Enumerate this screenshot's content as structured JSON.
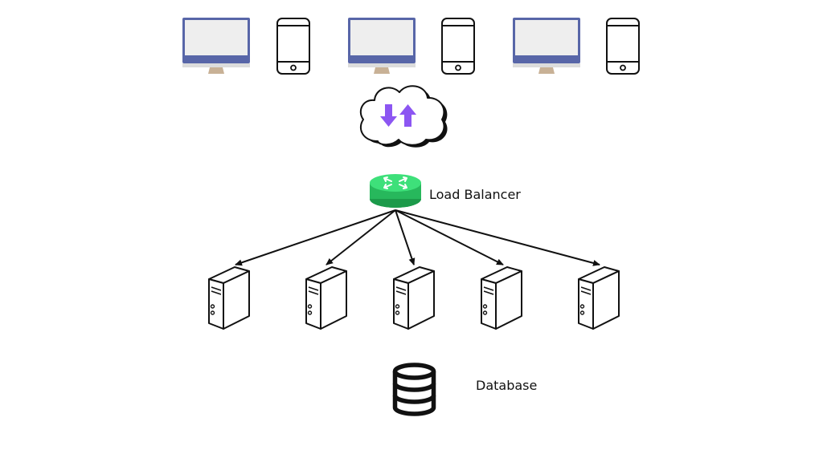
{
  "diagram": {
    "clients": [
      {
        "type": "desktop",
        "icon": "desktop-monitor-icon"
      },
      {
        "type": "phone",
        "icon": "smartphone-icon"
      },
      {
        "type": "desktop",
        "icon": "desktop-monitor-icon"
      },
      {
        "type": "phone",
        "icon": "smartphone-icon"
      },
      {
        "type": "desktop",
        "icon": "desktop-monitor-icon"
      },
      {
        "type": "phone",
        "icon": "smartphone-icon"
      }
    ],
    "internet": {
      "icon": "cloud-upload-download-icon"
    },
    "load_balancer": {
      "label": "Load Balancer",
      "icon": "router-icon"
    },
    "servers": [
      {
        "icon": "server-tower-icon"
      },
      {
        "icon": "server-tower-icon"
      },
      {
        "icon": "server-tower-icon"
      },
      {
        "icon": "server-tower-icon"
      },
      {
        "icon": "server-tower-icon"
      }
    ],
    "database": {
      "label": "Database",
      "icon": "database-icon"
    },
    "colors": {
      "monitor_frame": "#5866a8",
      "monitor_screen": "#eeeeee",
      "monitor_stand": "#c8b196",
      "arrow_purple": "#8c56f2",
      "router_green": "#2fcf6a",
      "router_green_dark": "#1c9a4a",
      "line": "#111111"
    }
  }
}
